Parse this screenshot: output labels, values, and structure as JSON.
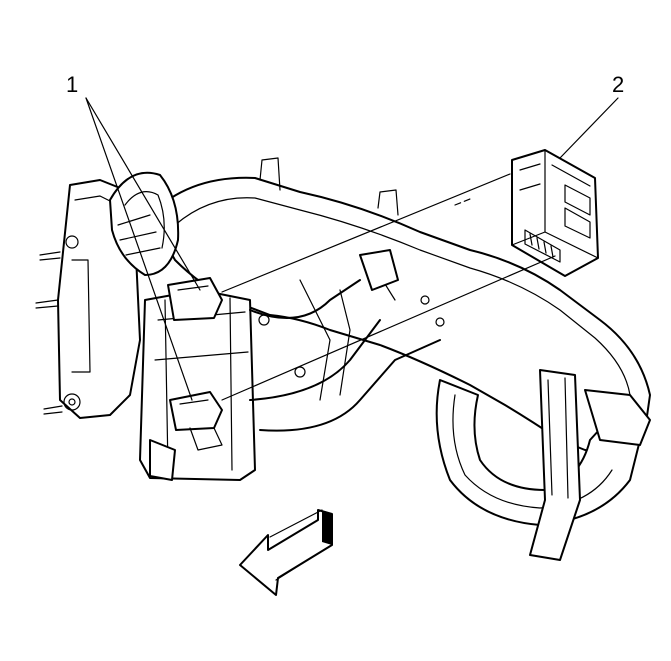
{
  "figure": {
    "callouts": [
      {
        "id": "1",
        "text": "1"
      },
      {
        "id": "2",
        "text": "2"
      }
    ],
    "colors": {
      "line": "#000000",
      "background": "#ffffff"
    },
    "icons": [
      "direction-arrow-icon"
    ]
  }
}
